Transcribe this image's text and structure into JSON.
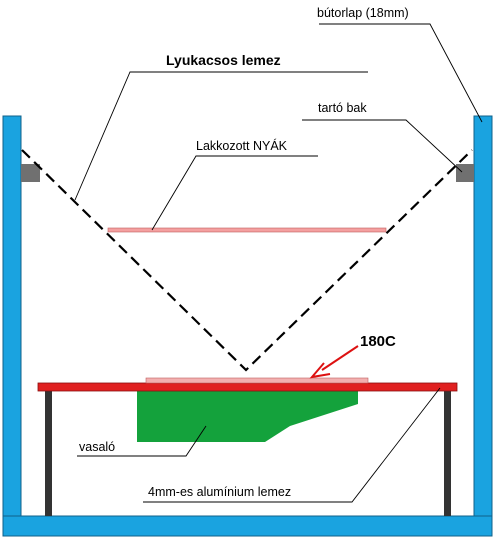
{
  "labels": {
    "butorlap": "bútorlap (18mm)",
    "lyukacsos": "Lyukacsos lemez",
    "tarto": "tartó bak",
    "nyak": "Lakkozott NYÁK",
    "temperature": "180C",
    "vasalo": "vasaló",
    "aluminium": "4mm-es alumínium lemez"
  },
  "colors": {
    "board": "#1aa3e0",
    "hot_plate": "#e02020",
    "iron": "#14a23c",
    "legs": "#333333",
    "bracket": "#707070",
    "pcb": "#f4a0a0",
    "arrow": "#dd1111",
    "leader": "#000000",
    "mesh": "#000000"
  }
}
